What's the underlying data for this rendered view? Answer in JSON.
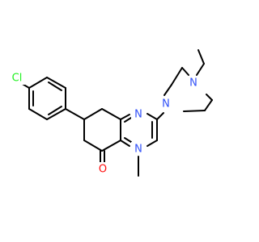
{
  "colors": {
    "background": "#ffffff",
    "bond": "#000000",
    "carbon_label": "#000000",
    "nitrogen": "#3050f8",
    "oxygen": "#ff0d0d",
    "chlorine": "#1ff01f"
  },
  "atoms": {
    "cl": "Cl",
    "n1": "N",
    "n3": "N",
    "n_pip_attach": "N",
    "n_pip_ethyl": "N",
    "o": "O"
  }
}
